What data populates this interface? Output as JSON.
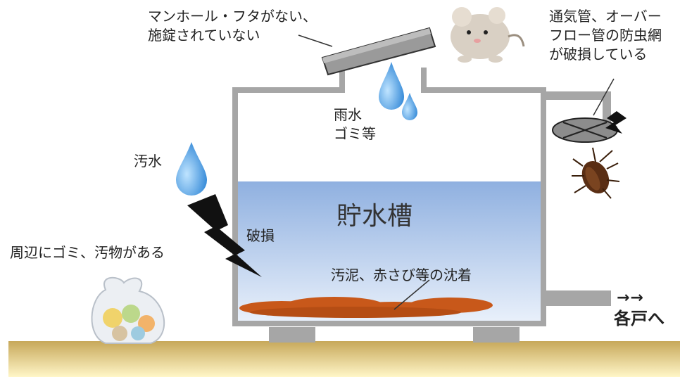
{
  "labels": {
    "manhole_line1": "マンホール・フタがない、",
    "manhole_line2": "施錠されていない",
    "vent_line1": "通気管、オーバー",
    "vent_line2": "フロー管の防虫網",
    "vent_line3": "が破損している",
    "rain_line1": "雨水",
    "rain_line2": "ゴミ等",
    "sewage": "汚水",
    "tank": "貯水槽",
    "damage": "破損",
    "surroundings": "周辺にゴミ、汚物がある",
    "sediment": "汚泥、赤さび等の沈着",
    "to_homes_arrow": "→→",
    "to_homes": "各戸へ"
  },
  "colors": {
    "pipe": "#a6a6a6",
    "water_top": "#8fb0e0",
    "water_bottom": "#eaf1fb",
    "sludge": "#c8581a",
    "ground_top": "#c7a85a",
    "ground_bottom": "#fff6c8",
    "drop": "#3b8fd8",
    "lightning": "#111111"
  }
}
